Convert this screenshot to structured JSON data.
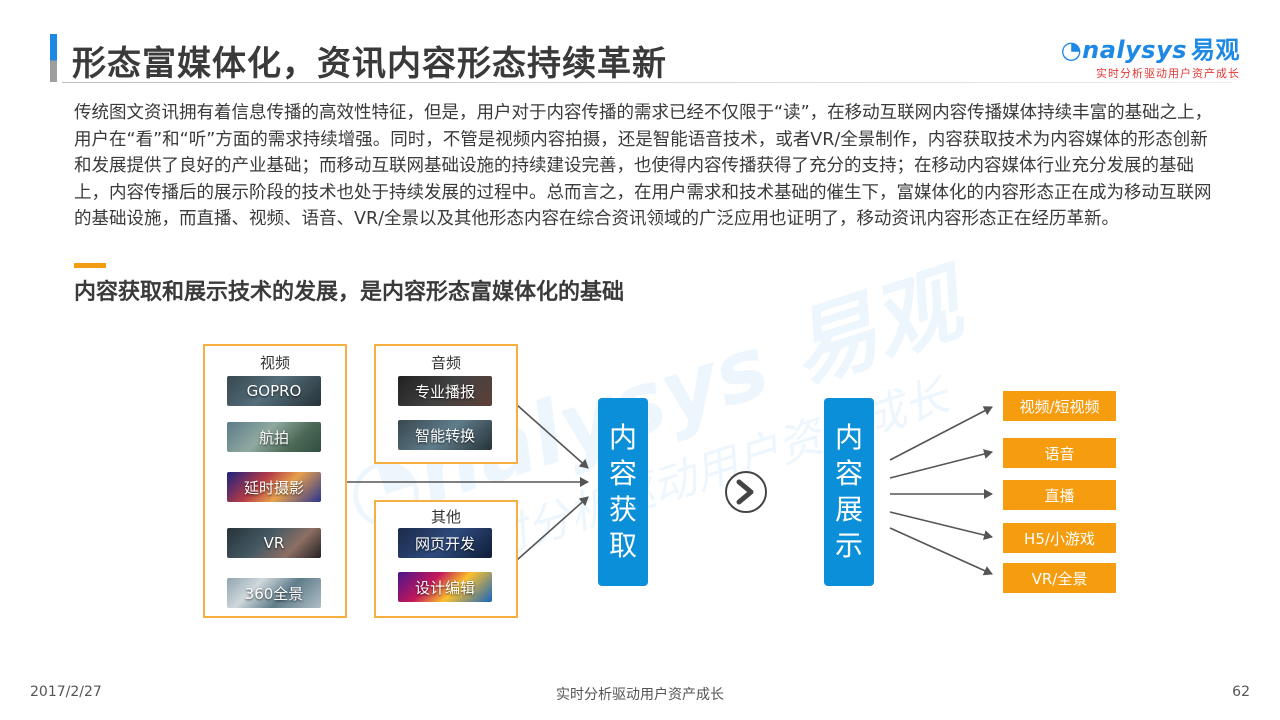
{
  "header": {
    "title": "形态富媒体化，资讯内容形态持续革新",
    "brand_logo": "nalysys",
    "brand_logo_cn": "易观",
    "brand_slogan": "实时分析驱动用户资产成长"
  },
  "paragraph": "传统图文资讯拥有着信息传播的高效性特征，但是，用户对于内容传播的需求已经不仅限于“读”，在移动互联网内容传播媒体持续丰富的基础之上，用户在“看”和“听”方面的需求持续增强。同时，不管是视频内容拍摄，还是智能语音技术，或者VR/全景制作，内容获取技术为内容媒体的形态创新和发展提供了良好的产业基础；而移动互联网基础设施的持续建设完善，也使得内容传播获得了充分的支持；在移动内容媒体行业充分发展的基础上，内容传播后的展示阶段的技术也处于持续发展的过程中。总而言之，在用户需求和技术基础的催生下，富媒体化的内容形态正在成为移动互联网的基础设施，而直播、视频、语音、VR/全景以及其他形态内容在综合资讯领域的广泛应用也证明了，移动资讯内容形态正在经历革新。",
  "section_title": "内容获取和展示技术的发展，是内容形态富媒体化的基础",
  "diagram": {
    "video_group": {
      "label": "视频",
      "items": [
        "GOPRO",
        "航拍",
        "延时摄影",
        "VR",
        "360全景"
      ]
    },
    "audio_group": {
      "label": "音频",
      "items": [
        "专业播报",
        "智能转换"
      ]
    },
    "other_group": {
      "label": "其他",
      "items": [
        "网页开发",
        "设计编辑"
      ]
    },
    "acquire_label": [
      "内",
      "容",
      "获",
      "取"
    ],
    "display_label": [
      "内",
      "容",
      "展",
      "示"
    ],
    "outputs": [
      "视频/短视频",
      "语音",
      "直播",
      "H5/小游戏",
      "VR/全景"
    ],
    "colors": {
      "pillar": "#0b8fd8",
      "output": "#f59c0f",
      "group_border": "#f5b041",
      "arrow": "#555555"
    }
  },
  "footer": {
    "date": "2017/2/27",
    "center": "实时分析驱动用户资产成长",
    "page": "62"
  }
}
